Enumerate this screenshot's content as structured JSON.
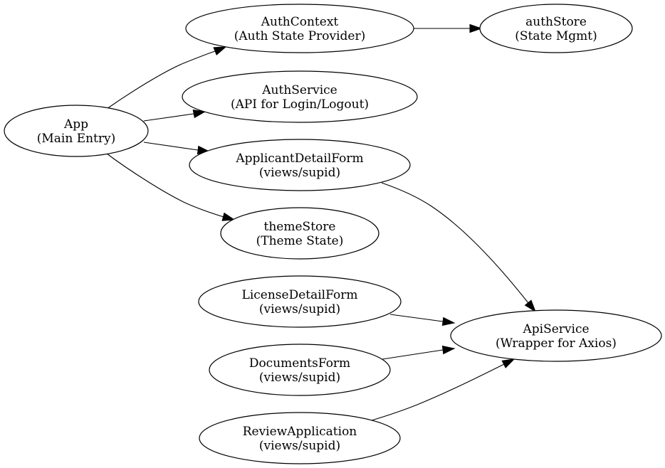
{
  "diagram": {
    "nodes": [
      {
        "id": "app",
        "line1": "App",
        "line2": "(Main Entry)"
      },
      {
        "id": "authcontext",
        "line1": "AuthContext",
        "line2": "(Auth State Provider)"
      },
      {
        "id": "authstore",
        "line1": "authStore",
        "line2": "(State Mgmt)"
      },
      {
        "id": "authservice",
        "line1": "AuthService",
        "line2": "(API for Login/Logout)"
      },
      {
        "id": "applicantdetailform",
        "line1": "ApplicantDetailForm",
        "line2": "(views/supid)"
      },
      {
        "id": "themestore",
        "line1": "themeStore",
        "line2": "(Theme State)"
      },
      {
        "id": "licensedetailform",
        "line1": "LicenseDetailForm",
        "line2": "(views/supid)"
      },
      {
        "id": "apiservice",
        "line1": "ApiService",
        "line2": "(Wrapper for Axios)"
      },
      {
        "id": "documentsform",
        "line1": "DocumentsForm",
        "line2": "(views/supid)"
      },
      {
        "id": "reviewapplication",
        "line1": "ReviewApplication",
        "line2": "(views/supid)"
      }
    ],
    "edges": [
      {
        "from": "app",
        "to": "authcontext"
      },
      {
        "from": "app",
        "to": "authservice"
      },
      {
        "from": "app",
        "to": "applicantdetailform"
      },
      {
        "from": "app",
        "to": "themestore"
      },
      {
        "from": "authcontext",
        "to": "authstore"
      },
      {
        "from": "applicantdetailform",
        "to": "apiservice"
      },
      {
        "from": "licensedetailform",
        "to": "apiservice"
      },
      {
        "from": "documentsform",
        "to": "apiservice"
      },
      {
        "from": "reviewapplication",
        "to": "apiservice"
      }
    ]
  }
}
